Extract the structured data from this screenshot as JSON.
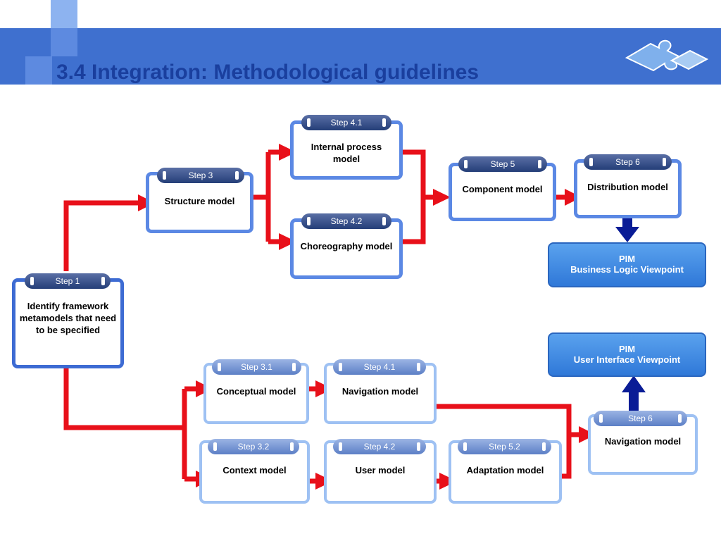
{
  "title": "3.4 Integration: Methodological guidelines",
  "colors": {
    "header_band": "#3f70cf",
    "title": "#1a3f9e",
    "arrow": "#e8101a",
    "box_border": "#5b88e4",
    "box_border_light": "#9ec1f3",
    "pim": "#3f8ae6",
    "down_arrow": "#0a1c96"
  },
  "icons": {
    "puzzle": "puzzle-piece-icon"
  },
  "steps": {
    "step1": {
      "tab": "Step 1",
      "label": "Identify framework metamodels that need to be specified"
    },
    "step3": {
      "tab": "Step 3",
      "label": "Structure model"
    },
    "step41a": {
      "tab": "Step 4.1",
      "label": "Internal process model"
    },
    "step42a": {
      "tab": "Step 4.2",
      "label": "Choreography model"
    },
    "step5": {
      "tab": "Step 5",
      "label": "Component model"
    },
    "step6a": {
      "tab": "Step 6",
      "label": "Distribution model"
    },
    "step31": {
      "tab": "Step 3.1",
      "label": "Conceptual model"
    },
    "step41b": {
      "tab": "Step 4.1",
      "label": "Navigation model"
    },
    "step32": {
      "tab": "Step 3.2",
      "label": "Context model"
    },
    "step42b": {
      "tab": "Step 4.2",
      "label": "User model"
    },
    "step52": {
      "tab": "Step 5.2",
      "label": "Adaptation model"
    },
    "step6b": {
      "tab": "Step 6",
      "label": "Navigation model"
    }
  },
  "pim": {
    "business": {
      "line1": "PIM",
      "line2": "Business Logic Viewpoint"
    },
    "ui": {
      "line1": "PIM",
      "line2": "User Interface Viewpoint"
    }
  }
}
